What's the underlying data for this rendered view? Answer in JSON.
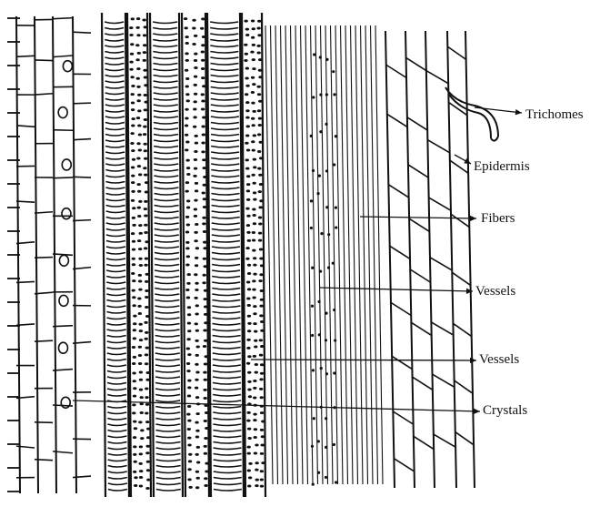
{
  "diagram": {
    "labels": {
      "trichomes": "Trichomes",
      "epidermis": "Epidermis",
      "fibers": "Fibers",
      "vessels_upper": "Vessels",
      "vessels_lower": "Vessels",
      "crystals": "Crystals"
    }
  }
}
